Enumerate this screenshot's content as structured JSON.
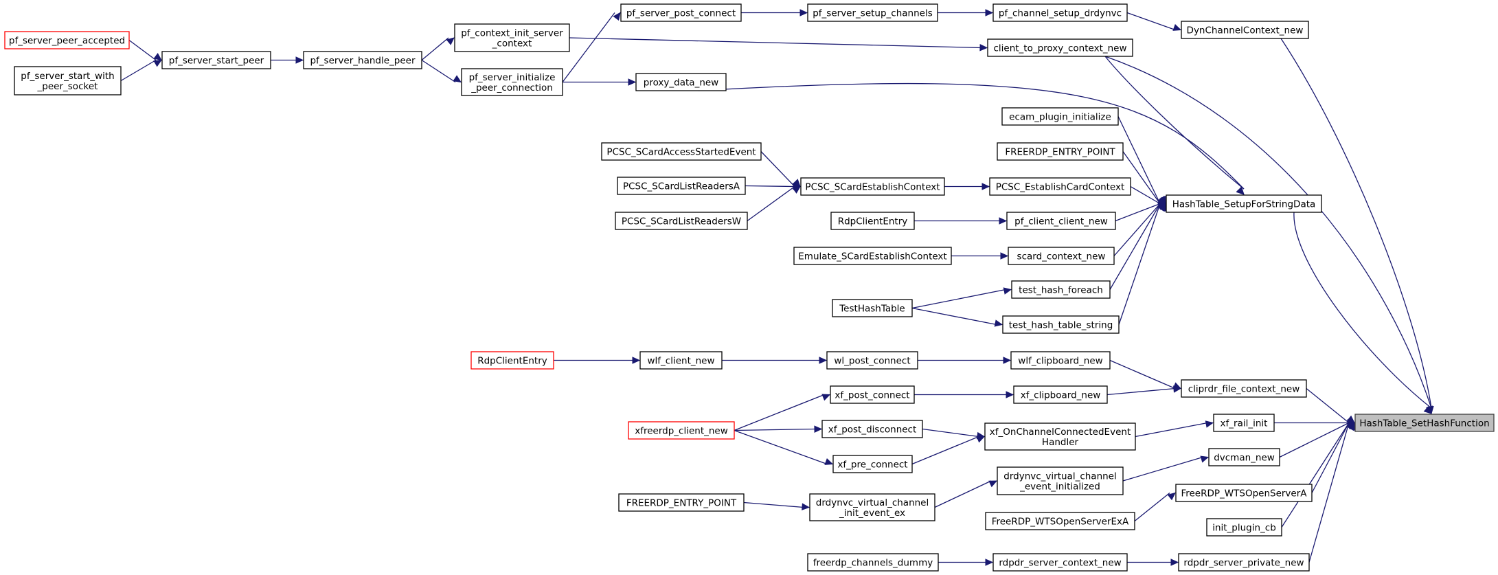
{
  "graph": {
    "root": "HashTable_SetHashFunction",
    "nodes": [
      {
        "id": "pf_server_peer_accepted",
        "lines": [
          "pf_server_peer_accepted"
        ],
        "style": "red"
      },
      {
        "id": "pf_server_start_with_peer_socket",
        "lines": [
          "pf_server_start_with",
          "_peer_socket"
        ],
        "style": "normal"
      },
      {
        "id": "pf_server_start_peer",
        "lines": [
          "pf_server_start_peer"
        ],
        "style": "normal"
      },
      {
        "id": "pf_server_handle_peer",
        "lines": [
          "pf_server_handle_peer"
        ],
        "style": "normal"
      },
      {
        "id": "pf_context_init_server_context",
        "lines": [
          "pf_context_init_server",
          "_context"
        ],
        "style": "normal"
      },
      {
        "id": "pf_server_initialize_peer_connection",
        "lines": [
          "pf_server_initialize",
          "_peer_connection"
        ],
        "style": "normal"
      },
      {
        "id": "pf_server_post_connect",
        "lines": [
          "pf_server_post_connect"
        ],
        "style": "normal"
      },
      {
        "id": "pf_server_setup_channels",
        "lines": [
          "pf_server_setup_channels"
        ],
        "style": "normal"
      },
      {
        "id": "pf_channel_setup_drdynvc",
        "lines": [
          "pf_channel_setup_drdynvc"
        ],
        "style": "normal"
      },
      {
        "id": "DynChannelContext_new",
        "lines": [
          "DynChannelContext_new"
        ],
        "style": "normal"
      },
      {
        "id": "client_to_proxy_context_new",
        "lines": [
          "client_to_proxy_context_new"
        ],
        "style": "normal"
      },
      {
        "id": "proxy_data_new",
        "lines": [
          "proxy_data_new"
        ],
        "style": "normal"
      },
      {
        "id": "ecam_plugin_initialize",
        "lines": [
          "ecam_plugin_initialize"
        ],
        "style": "normal"
      },
      {
        "id": "FREERDP_ENTRY_POINT_1",
        "lines": [
          "FREERDP_ENTRY_POINT"
        ],
        "style": "normal"
      },
      {
        "id": "PCSC_SCardAccessStartedEvent",
        "lines": [
          "PCSC_SCardAccessStartedEvent"
        ],
        "style": "normal"
      },
      {
        "id": "PCSC_SCardListReadersA",
        "lines": [
          "PCSC_SCardListReadersA"
        ],
        "style": "normal"
      },
      {
        "id": "PCSC_SCardListReadersW",
        "lines": [
          "PCSC_SCardListReadersW"
        ],
        "style": "normal"
      },
      {
        "id": "PCSC_SCardEstablishContext",
        "lines": [
          "PCSC_SCardEstablishContext"
        ],
        "style": "normal"
      },
      {
        "id": "PCSC_EstablishCardContext",
        "lines": [
          "PCSC_EstablishCardContext"
        ],
        "style": "normal"
      },
      {
        "id": "HashTable_SetupForStringData",
        "lines": [
          "HashTable_SetupForStringData"
        ],
        "style": "normal"
      },
      {
        "id": "RdpClientEntry_1",
        "lines": [
          "RdpClientEntry"
        ],
        "style": "normal"
      },
      {
        "id": "pf_client_client_new",
        "lines": [
          "pf_client_client_new"
        ],
        "style": "normal"
      },
      {
        "id": "Emulate_SCardEstablishContext",
        "lines": [
          "Emulate_SCardEstablishContext"
        ],
        "style": "normal"
      },
      {
        "id": "scard_context_new",
        "lines": [
          "scard_context_new"
        ],
        "style": "normal"
      },
      {
        "id": "test_hash_foreach",
        "lines": [
          "test_hash_foreach"
        ],
        "style": "normal"
      },
      {
        "id": "TestHashTable",
        "lines": [
          "TestHashTable"
        ],
        "style": "normal"
      },
      {
        "id": "test_hash_table_string",
        "lines": [
          "test_hash_table_string"
        ],
        "style": "normal"
      },
      {
        "id": "RdpClientEntry_2",
        "lines": [
          "RdpClientEntry"
        ],
        "style": "red"
      },
      {
        "id": "wlf_client_new",
        "lines": [
          "wlf_client_new"
        ],
        "style": "normal"
      },
      {
        "id": "wl_post_connect",
        "lines": [
          "wl_post_connect"
        ],
        "style": "normal"
      },
      {
        "id": "wlf_clipboard_new",
        "lines": [
          "wlf_clipboard_new"
        ],
        "style": "normal"
      },
      {
        "id": "cliprdr_file_context_new",
        "lines": [
          "cliprdr_file_context_new"
        ],
        "style": "normal"
      },
      {
        "id": "xf_post_connect",
        "lines": [
          "xf_post_connect"
        ],
        "style": "normal"
      },
      {
        "id": "xf_clipboard_new",
        "lines": [
          "xf_clipboard_new"
        ],
        "style": "normal"
      },
      {
        "id": "xfreerdp_client_new",
        "lines": [
          "xfreerdp_client_new"
        ],
        "style": "red"
      },
      {
        "id": "xf_post_disconnect",
        "lines": [
          "xf_post_disconnect"
        ],
        "style": "normal"
      },
      {
        "id": "xf_pre_connect",
        "lines": [
          "xf_pre_connect"
        ],
        "style": "normal"
      },
      {
        "id": "xf_OnChannelConnectedEventHandler",
        "lines": [
          "xf_OnChannelConnectedEvent",
          "Handler"
        ],
        "style": "normal"
      },
      {
        "id": "xf_rail_init",
        "lines": [
          "xf_rail_init"
        ],
        "style": "normal"
      },
      {
        "id": "HashTable_SetHashFunction",
        "lines": [
          "HashTable_SetHashFunction"
        ],
        "style": "root"
      },
      {
        "id": "drdynvc_virtual_channel_event_initialized",
        "lines": [
          "drdynvc_virtual_channel",
          "_event_initialized"
        ],
        "style": "normal"
      },
      {
        "id": "dvcman_new",
        "lines": [
          "dvcman_new"
        ],
        "style": "normal"
      },
      {
        "id": "FREERDP_ENTRY_POINT_2",
        "lines": [
          "FREERDP_ENTRY_POINT"
        ],
        "style": "normal"
      },
      {
        "id": "drdynvc_virtual_channel_init_event_ex",
        "lines": [
          "drdynvc_virtual_channel",
          "_init_event_ex"
        ],
        "style": "normal"
      },
      {
        "id": "FreeRDP_WTSOpenServerExA",
        "lines": [
          "FreeRDP_WTSOpenServerExA"
        ],
        "style": "normal"
      },
      {
        "id": "FreeRDP_WTSOpenServerA",
        "lines": [
          "FreeRDP_WTSOpenServerA"
        ],
        "style": "normal"
      },
      {
        "id": "init_plugin_cb",
        "lines": [
          "init_plugin_cb"
        ],
        "style": "normal"
      },
      {
        "id": "freerdp_channels_dummy",
        "lines": [
          "freerdp_channels_dummy"
        ],
        "style": "normal"
      },
      {
        "id": "rdpdr_server_context_new",
        "lines": [
          "rdpdr_server_context_new"
        ],
        "style": "normal"
      },
      {
        "id": "rdpdr_server_private_new",
        "lines": [
          "rdpdr_server_private_new"
        ],
        "style": "normal"
      }
    ],
    "edges": [
      [
        "pf_server_peer_accepted",
        "pf_server_start_peer"
      ],
      [
        "pf_server_start_with_peer_socket",
        "pf_server_start_peer"
      ],
      [
        "pf_server_start_peer",
        "pf_server_handle_peer"
      ],
      [
        "pf_server_handle_peer",
        "pf_context_init_server_context"
      ],
      [
        "pf_server_handle_peer",
        "pf_server_initialize_peer_connection"
      ],
      [
        "pf_server_initialize_peer_connection",
        "pf_server_post_connect"
      ],
      [
        "pf_server_post_connect",
        "pf_server_setup_channels"
      ],
      [
        "pf_server_setup_channels",
        "pf_channel_setup_drdynvc"
      ],
      [
        "pf_channel_setup_drdynvc",
        "DynChannelContext_new"
      ],
      [
        "DynChannelContext_new",
        "HashTable_SetHashFunction"
      ],
      [
        "pf_context_init_server_context",
        "client_to_proxy_context_new"
      ],
      [
        "client_to_proxy_context_new",
        "HashTable_SetupForStringData"
      ],
      [
        "client_to_proxy_context_new",
        "HashTable_SetHashFunction"
      ],
      [
        "pf_server_initialize_peer_connection",
        "proxy_data_new"
      ],
      [
        "proxy_data_new",
        "HashTable_SetupForStringData"
      ],
      [
        "ecam_plugin_initialize",
        "HashTable_SetupForStringData"
      ],
      [
        "FREERDP_ENTRY_POINT_1",
        "HashTable_SetupForStringData"
      ],
      [
        "PCSC_SCardAccessStartedEvent",
        "PCSC_SCardEstablishContext"
      ],
      [
        "PCSC_SCardListReadersA",
        "PCSC_SCardEstablishContext"
      ],
      [
        "PCSC_SCardListReadersW",
        "PCSC_SCardEstablishContext"
      ],
      [
        "PCSC_SCardEstablishContext",
        "PCSC_EstablishCardContext"
      ],
      [
        "PCSC_EstablishCardContext",
        "HashTable_SetupForStringData"
      ],
      [
        "RdpClientEntry_1",
        "pf_client_client_new"
      ],
      [
        "pf_client_client_new",
        "HashTable_SetupForStringData"
      ],
      [
        "Emulate_SCardEstablishContext",
        "scard_context_new"
      ],
      [
        "scard_context_new",
        "HashTable_SetupForStringData"
      ],
      [
        "TestHashTable",
        "test_hash_foreach"
      ],
      [
        "TestHashTable",
        "test_hash_table_string"
      ],
      [
        "test_hash_foreach",
        "HashTable_SetupForStringData"
      ],
      [
        "test_hash_table_string",
        "HashTable_SetupForStringData"
      ],
      [
        "HashTable_SetupForStringData",
        "HashTable_SetHashFunction"
      ],
      [
        "RdpClientEntry_2",
        "wlf_client_new"
      ],
      [
        "wlf_client_new",
        "wl_post_connect"
      ],
      [
        "wl_post_connect",
        "wlf_clipboard_new"
      ],
      [
        "wlf_clipboard_new",
        "cliprdr_file_context_new"
      ],
      [
        "xfreerdp_client_new",
        "xf_post_connect"
      ],
      [
        "xfreerdp_client_new",
        "xf_post_disconnect"
      ],
      [
        "xfreerdp_client_new",
        "xf_pre_connect"
      ],
      [
        "xf_post_connect",
        "xf_clipboard_new"
      ],
      [
        "xf_clipboard_new",
        "cliprdr_file_context_new"
      ],
      [
        "cliprdr_file_context_new",
        "HashTable_SetHashFunction"
      ],
      [
        "xf_post_disconnect",
        "xf_OnChannelConnectedEventHandler"
      ],
      [
        "xf_pre_connect",
        "xf_OnChannelConnectedEventHandler"
      ],
      [
        "xf_OnChannelConnectedEventHandler",
        "xf_rail_init"
      ],
      [
        "xf_rail_init",
        "HashTable_SetHashFunction"
      ],
      [
        "FREERDP_ENTRY_POINT_2",
        "drdynvc_virtual_channel_init_event_ex"
      ],
      [
        "drdynvc_virtual_channel_init_event_ex",
        "drdynvc_virtual_channel_event_initialized"
      ],
      [
        "drdynvc_virtual_channel_event_initialized",
        "dvcman_new"
      ],
      [
        "dvcman_new",
        "HashTable_SetHashFunction"
      ],
      [
        "FreeRDP_WTSOpenServerExA",
        "FreeRDP_WTSOpenServerA"
      ],
      [
        "FreeRDP_WTSOpenServerA",
        "HashTable_SetHashFunction"
      ],
      [
        "init_plugin_cb",
        "HashTable_SetHashFunction"
      ],
      [
        "freerdp_channels_dummy",
        "rdpdr_server_context_new"
      ],
      [
        "rdpdr_server_context_new",
        "rdpdr_server_private_new"
      ],
      [
        "rdpdr_server_private_new",
        "HashTable_SetHashFunction"
      ]
    ]
  },
  "colors": {
    "edge": "#191970",
    "node_border": "#000000",
    "highlight_border": "#ff0000",
    "root_fill": "#bfbfbf",
    "root_border": "#404040"
  }
}
